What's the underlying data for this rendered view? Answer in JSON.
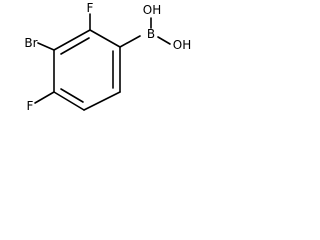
{
  "structure": {
    "labels": {
      "bromine": "Br",
      "fluorine_top": "F",
      "fluorine_bottom": "F",
      "boron": "B",
      "hydroxyl_top": "OH",
      "hydroxyl_bottom": "OH"
    },
    "bond_color": "#000000",
    "background_color": "#ffffff"
  }
}
